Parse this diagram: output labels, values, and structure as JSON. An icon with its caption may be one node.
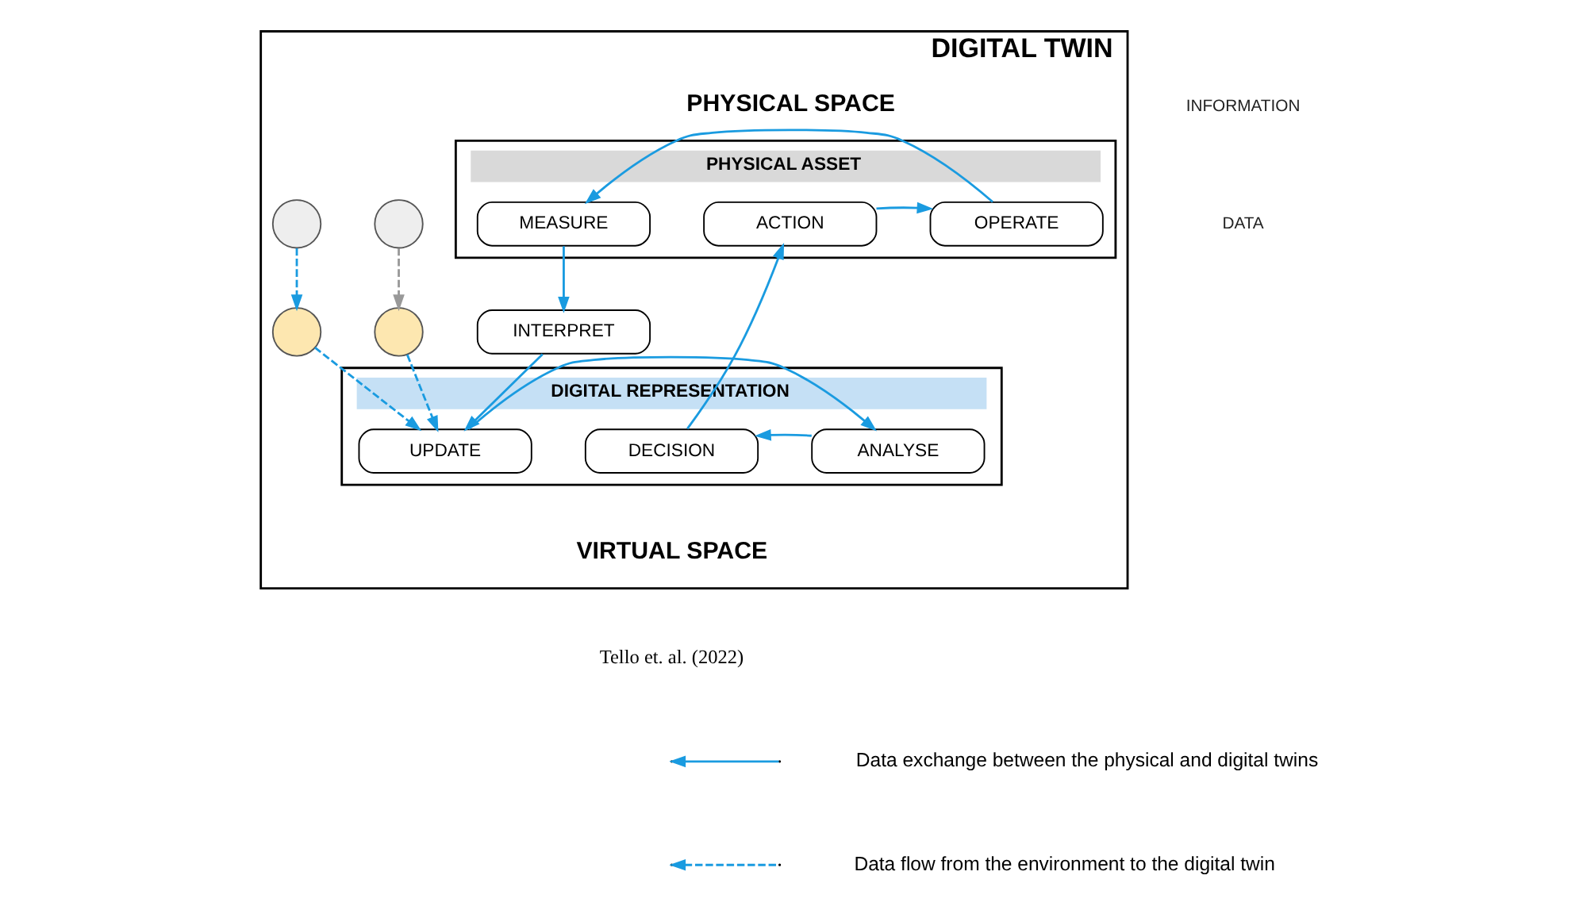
{
  "diagram": {
    "nodes": [
      {
        "text": [
          "DIGITAL TWIN"
        ]
      },
      {
        "text": [
          "PHYSICAL ASSET"
        ],
        "in": 0
      },
      {
        "text": [
          "ACTION"
        ],
        "in": 1
      },
      {
        "text": [
          "OPERATE"
        ],
        "in": 1
      },
      {
        "text": [
          "MEASURE"
        ],
        "in": 1
      },
      {
        "text": [
          "INTERPRET"
        ],
        "in": 0
      },
      {
        "text": [
          "DIGITAL REPRESENTATION"
        ],
        "in": 0
      },
      {
        "text": [
          "DECISION"
        ],
        "in": 6
      },
      {
        "text": [
          "ANALYSE"
        ],
        "in": 6
      },
      {
        "text": [
          "UPDATE"
        ],
        "in": 6
      },
      {
        "text": [],
        "shape": "circle",
        "in": 0
      },
      {
        "text": [],
        "shape": "circle",
        "in": 0
      },
      {
        "text": [],
        "shape": "circle",
        "in": 0
      },
      {
        "text": [],
        "shape": "circle",
        "in": 0
      }
    ],
    "edges": [
      {
        "from": 2,
        "to": 3,
        "arrow": "to"
      },
      {
        "from": 3,
        "to": 4,
        "arrow": "to"
      },
      {
        "from": 4,
        "to": 5,
        "arrow": "to"
      },
      {
        "from": 5,
        "to": 9,
        "arrow": "to"
      },
      {
        "from": 9,
        "to": 8,
        "arrow": "to"
      },
      {
        "from": 8,
        "to": 7,
        "arrow": "to"
      },
      {
        "from": 7,
        "to": 2,
        "arrow": "to"
      },
      {
        "from": 10,
        "to": 13,
        "arrow": "to",
        "style": "dashed",
        "color": "#999999"
      },
      {
        "from": 11,
        "to": 12,
        "arrow": "to",
        "style": "dashed"
      },
      {
        "from": 12,
        "to": 9,
        "arrow": "to",
        "style": "dashed"
      },
      {
        "from": 13,
        "to": 9,
        "arrow": "to",
        "style": "dashed"
      }
    ],
    "labels": [
      "PHYSICAL SPACE",
      "INFORMATION",
      "DATA",
      "VIRTUAL SPACE",
      "Tello et. al. (2022)"
    ],
    "legend": [
      {
        "text": "Data exchange between the physical and digital twins"
      },
      {
        "text": "Data flow from the environment to the digital twin"
      }
    ]
  }
}
